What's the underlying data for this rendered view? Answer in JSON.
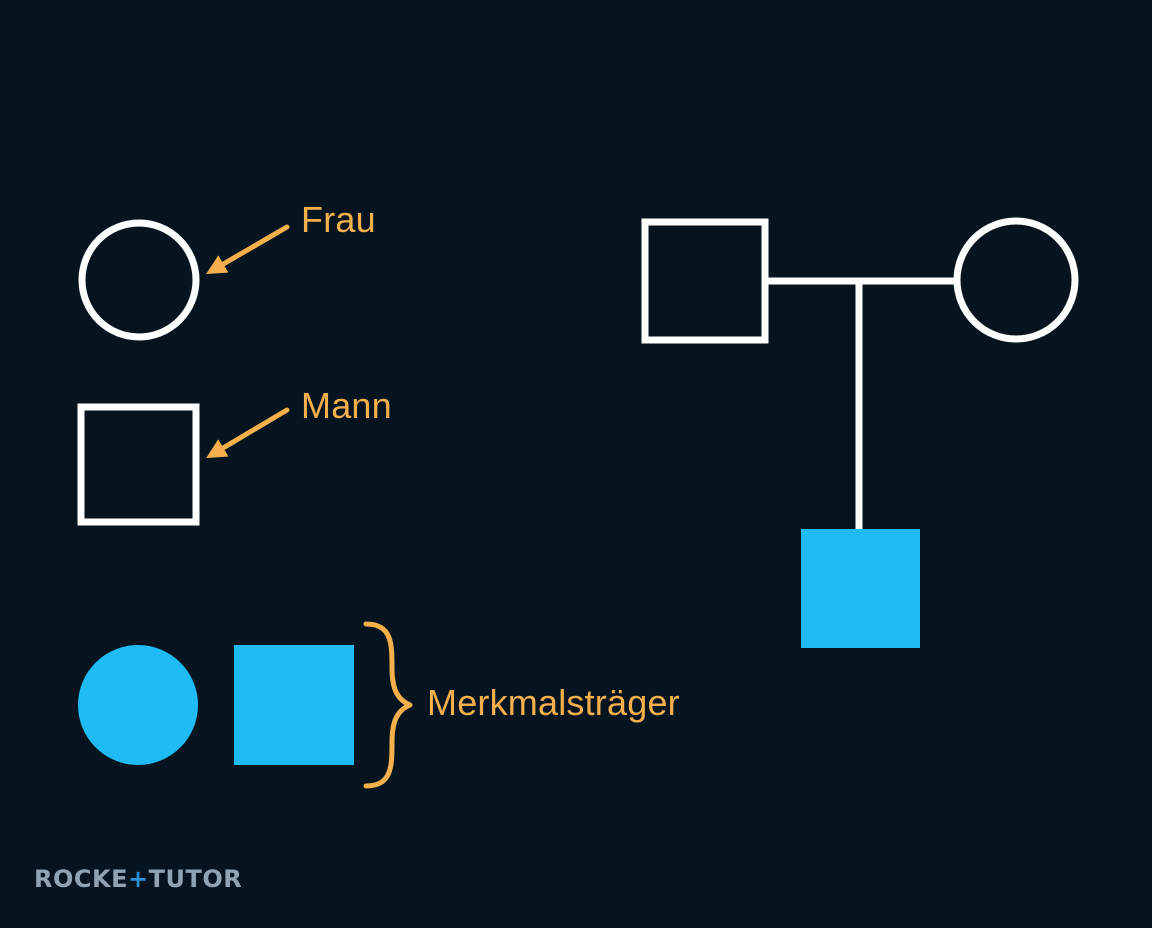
{
  "legend": {
    "female_label": "Frau",
    "male_label": "Mann",
    "affected_label": "Merkmalsträger"
  },
  "pedigree": {
    "parents": [
      {
        "sex": "male",
        "affected": false
      },
      {
        "sex": "female",
        "affected": false
      }
    ],
    "children": [
      {
        "sex": "male",
        "affected": true
      }
    ]
  },
  "watermark": {
    "text": "ROCKETUTOR",
    "logo_part_1": "ROCKE",
    "logo_part_2": "TUTOR"
  },
  "colors": {
    "background": "#05141f",
    "outline": "#ffffff",
    "affected_fill": "#1fbbf5",
    "label": "#f5b04c",
    "logo_text": "#8fa3b3",
    "logo_accent": "#2a8fd6"
  }
}
